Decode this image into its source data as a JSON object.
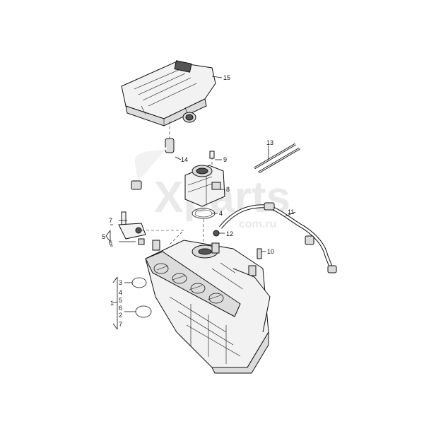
{
  "watermark": {
    "main": "Xparts",
    "sub": "com.ru"
  },
  "callouts": {
    "c15": "15",
    "c14": "14",
    "c13": "13",
    "c9": "9",
    "c8": "8",
    "c4a": "4",
    "c11": "11",
    "c12": "12",
    "c7a": "7",
    "c5a": "5",
    "c6a": "6",
    "c10": "10",
    "c3": "3",
    "c1": "1",
    "c4b": "4",
    "c5b": "5",
    "c6b": "6",
    "c2": "2",
    "c7b": "7"
  }
}
